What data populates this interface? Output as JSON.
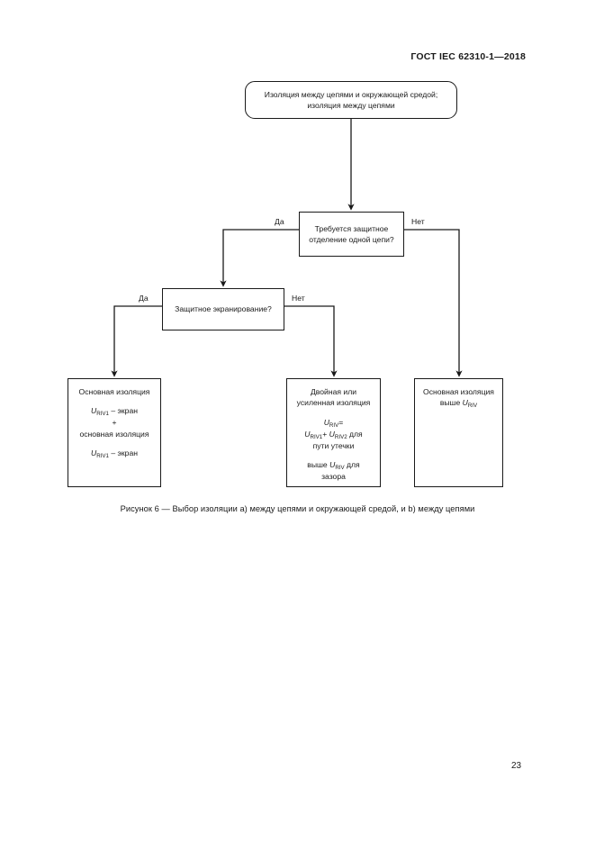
{
  "document": {
    "header": "ГОСТ IEC 62310-1—2018",
    "page_number": "23",
    "figure_caption": "Рисунок 6 — Выбор изоляции a) между цепями и окружающей средой, и b) между цепями"
  },
  "flowchart": {
    "start": {
      "line1": "Изоляция между цепями и окружающей средой;",
      "line2": "изоляция между цепями"
    },
    "decision1": {
      "line1": "Требуется защитное",
      "line2": "отделение одной цепи?",
      "yes_label": "Да",
      "no_label": "Нет"
    },
    "decision2": {
      "line1": "Защитное экранирование?",
      "yes_label": "Да",
      "no_label": "Нет"
    },
    "outcome_basic_screen": {
      "line1": "Основная изоляция",
      "line2_prefix": "U",
      "line2_sub": "RIV1",
      "line2_suffix": " – экран",
      "line3": "+",
      "line4": "основная изоляция",
      "line5_prefix": "U",
      "line5_sub": "RIV1",
      "line5_suffix": " – экран"
    },
    "outcome_double": {
      "line1": "Двойная или",
      "line2": "усиленная изоляция",
      "line3_prefix": "U",
      "line3_sub": "RIV",
      "line3_suffix": "=",
      "line4_a_prefix": "U",
      "line4_a_sub": "RIV1",
      "line4_plus": "+ ",
      "line4_b_prefix": "U",
      "line4_b_sub": "RIV2",
      "line4_suffix": " для",
      "line5": "пути утечки",
      "line6_prefix": "выше ",
      "line6_var": "U",
      "line6_sub": "RIV",
      "line6_suffix": " для",
      "line7": "зазора"
    },
    "outcome_basic_above": {
      "line1": "Основная изоляция",
      "line2_prefix": "выше ",
      "line2_var": "U",
      "line2_sub": "RIV"
    }
  },
  "chart_data": {
    "type": "diagram",
    "title": "Рисунок 6 — Выбор изоляции a) между цепями и окружающей средой, и b) между цепями",
    "nodes": [
      {
        "id": "start",
        "shape": "rounded-rect",
        "text": "Изоляция между цепями и окружающей средой; изоляция между цепями"
      },
      {
        "id": "decision1",
        "shape": "rect",
        "text": "Требуется защитное отделение одной цепи?"
      },
      {
        "id": "decision2",
        "shape": "rect",
        "text": "Защитное экранирование?"
      },
      {
        "id": "outcome_basic_screen",
        "shape": "rect",
        "text": "Основная изоляция / U RIV1 – экран / + / основная изоляция / U RIV1 – экран"
      },
      {
        "id": "outcome_double",
        "shape": "rect",
        "text": "Двойная или усиленная изоляция / U RIV = U RIV1 + U RIV2 для пути утечки / выше U RIV для зазора"
      },
      {
        "id": "outcome_basic_above",
        "shape": "rect",
        "text": "Основная изоляция выше U RIV"
      }
    ],
    "edges": [
      {
        "from": "start",
        "to": "decision1",
        "label": ""
      },
      {
        "from": "decision1",
        "to": "decision2",
        "label": "Да"
      },
      {
        "from": "decision1",
        "to": "outcome_basic_above",
        "label": "Нет"
      },
      {
        "from": "decision2",
        "to": "outcome_basic_screen",
        "label": "Да"
      },
      {
        "from": "decision2",
        "to": "outcome_double",
        "label": "Нет"
      }
    ]
  }
}
